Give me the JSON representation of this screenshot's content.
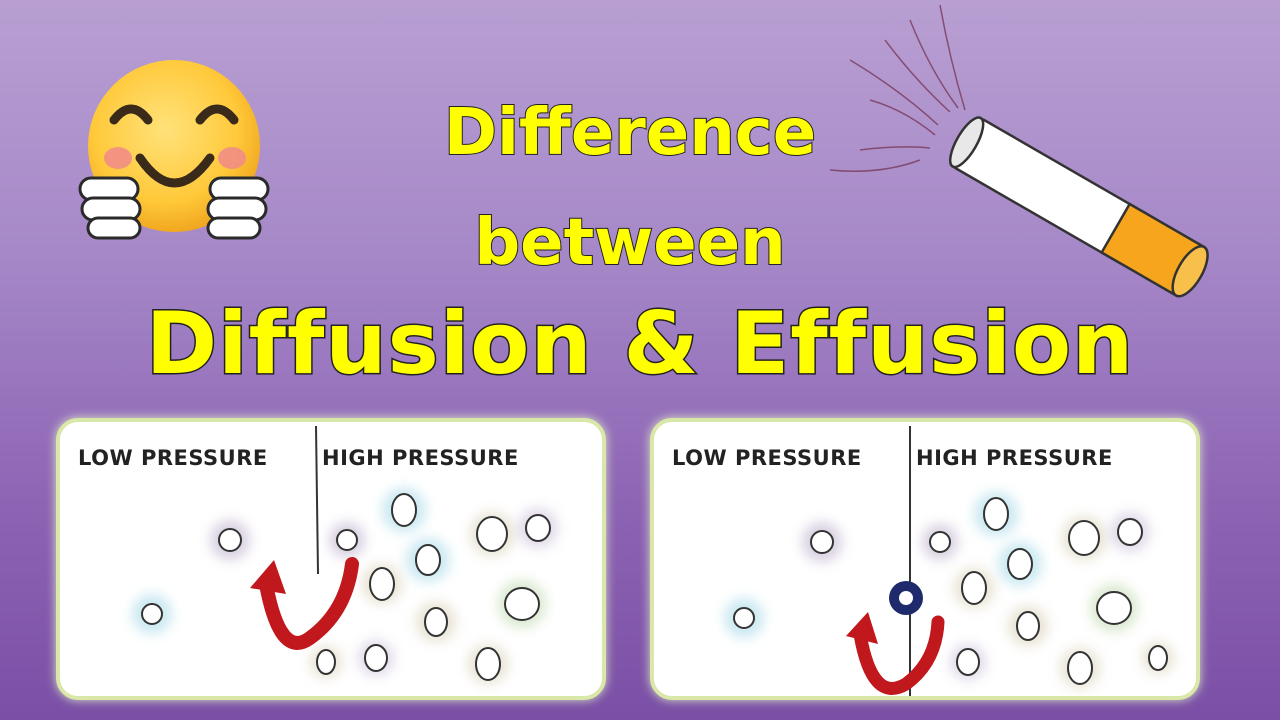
{
  "title": {
    "line1": "Difference",
    "line2": "between",
    "line3": "Diffusion & Effusion"
  },
  "panels": [
    {
      "low_label": "LOW PRESSURE",
      "high_label": "HIGH PRESSURE"
    },
    {
      "low_label": "LOW PRESSURE",
      "high_label": "HIGH PRESSURE"
    }
  ],
  "icons": {
    "emoji": "hugging-face-emoji",
    "cigarette": "smoking-cigarette",
    "arrow": "curved-arrow",
    "hole": "pinhole"
  },
  "colors": {
    "title_text": "#ffff00",
    "arrow": "#c0181c",
    "hole": "#1e2a6b",
    "panel_border": "#d9e8a8"
  }
}
